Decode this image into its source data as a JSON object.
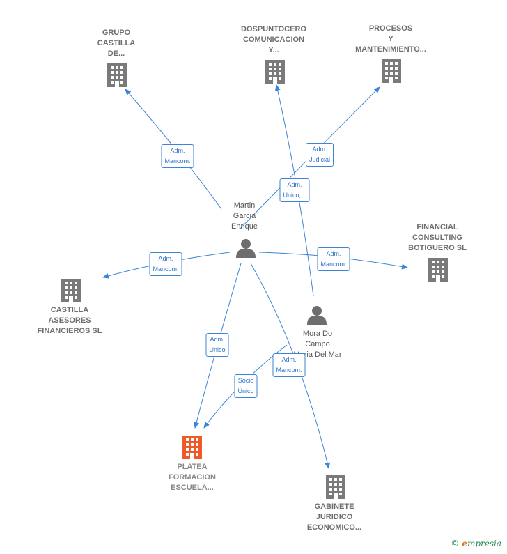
{
  "colors": {
    "edge": "#3d84d6",
    "building": "#7a7a7a",
    "highlight": "#f05a28",
    "person": "#6e6e6e"
  },
  "nodes": {
    "grupo_castilla": "GRUPO\nCASTILLA\nDE...",
    "dospuntocero": "DOSPUNTOCERO\nCOMUNICACION\nY...",
    "procesos": "PROCESOS\nY\nMANTENIMIENTO...",
    "financial": "FINANCIAL\nCONSULTING\nBOTIGUERO SL",
    "castilla_asesores": "CASTILLA\nASESORES\nFINANCIEROS SL",
    "platea": "PLATEA\nFORMACION\nESCUELA...",
    "gabinete": "GABINETE\nJURIDICO\nECONOMICO...",
    "martin": "Martin\nGarcia\nEnrique",
    "mora": "Mora Do\nCampo\nMaria Del Mar"
  },
  "edges": {
    "e1": "Adm.\nMancom.",
    "e2": "Adm.\nJudicial",
    "e3": "Adm.\nUnico,...",
    "e4": "Adm.\nMancom.",
    "e5": "Adm.\nMancom.",
    "e6": "Adm.\nUnico",
    "e7": "Socio\nÚnico",
    "e8": "Adm.\nMancom."
  },
  "brand": {
    "copyright": "©",
    "initial": "e",
    "rest": "mpresia"
  }
}
